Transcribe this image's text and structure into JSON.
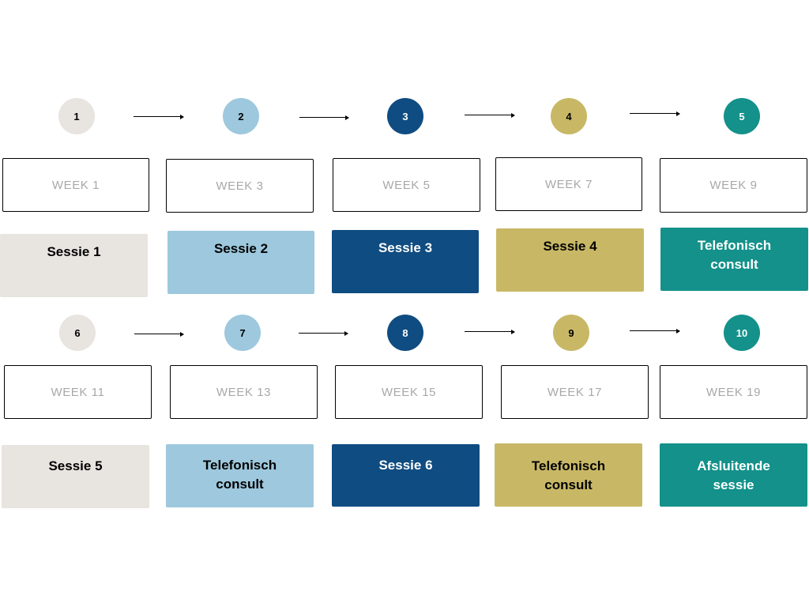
{
  "steps": [
    {
      "number": "1",
      "week": "WEEK 1",
      "session": "Sessie 1",
      "color": "#e8e4e0",
      "text_color": "#000000"
    },
    {
      "number": "2",
      "week": "WEEK 3",
      "session": "Sessie 2",
      "color": "#9dc8dd",
      "text_color": "#000000"
    },
    {
      "number": "3",
      "week": "WEEK 5",
      "session": "Sessie 3",
      "color": "#0f4c81",
      "text_color": "#ffffff"
    },
    {
      "number": "4",
      "week": "WEEK 7",
      "session": "Sessie 4",
      "color": "#c8b866",
      "text_color": "#000000"
    },
    {
      "number": "5",
      "week": "WEEK 9",
      "session": "Telefonisch consult",
      "color": "#13918a",
      "text_color": "#ffffff"
    },
    {
      "number": "6",
      "week": "WEEK 11",
      "session": "Sessie 5",
      "color": "#e8e4e0",
      "text_color": "#000000"
    },
    {
      "number": "7",
      "week": "WEEK 13",
      "session": "Telefonisch consult",
      "color": "#9dc8dd",
      "text_color": "#000000"
    },
    {
      "number": "8",
      "week": "WEEK 15",
      "session": "Sessie 6",
      "color": "#0f4c81",
      "text_color": "#ffffff"
    },
    {
      "number": "9",
      "week": "WEEK 17",
      "session": "Telefonisch consult",
      "color": "#c8b866",
      "text_color": "#000000"
    },
    {
      "number": "10",
      "week": "WEEK 19",
      "session": "Afsluitende sessie",
      "color": "#13918a",
      "text_color": "#ffffff"
    }
  ]
}
